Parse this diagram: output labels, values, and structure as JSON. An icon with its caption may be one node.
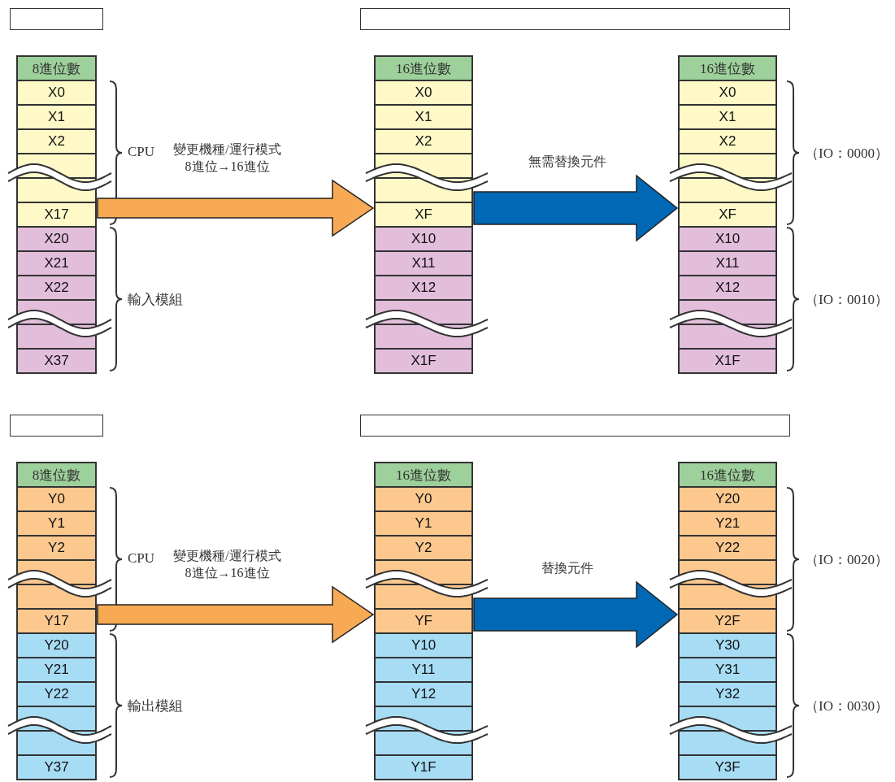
{
  "diagram": {
    "nodes": [
      {
        "text": [],
        "shape": "box"
      },
      {
        "text": [],
        "shape": "box"
      },
      {
        "text": [
          "8進位數",
          "X0",
          "X1",
          "X2",
          "X17",
          "X20",
          "X21",
          "X22",
          "X37"
        ],
        "beside": [
          "CPU",
          "輸入模組"
        ]
      },
      {
        "text": [
          "16進位數",
          "X0",
          "X1",
          "X2",
          "XF",
          "X10",
          "X11",
          "X12",
          "X1F"
        ]
      },
      {
        "text": [
          "16進位數",
          "X0",
          "X1",
          "X2",
          "XF",
          "X10",
          "X11",
          "X12",
          "X1F"
        ],
        "beside": [
          "（IO：0000）",
          "（IO：0010）"
        ]
      },
      {
        "text": [],
        "shape": "box"
      },
      {
        "text": [],
        "shape": "box"
      },
      {
        "text": [
          "8進位數",
          "Y0",
          "Y1",
          "Y2",
          "Y17",
          "Y20",
          "Y21",
          "Y22",
          "Y37"
        ],
        "beside": [
          "CPU",
          "輸出模組"
        ]
      },
      {
        "text": [
          "16進位數",
          "Y0",
          "Y1",
          "Y2",
          "YF",
          "Y10",
          "Y11",
          "Y12",
          "Y1F"
        ]
      },
      {
        "text": [
          "16進位數",
          "Y20",
          "Y21",
          "Y22",
          "Y2F",
          "Y30",
          "Y31",
          "Y32",
          "Y3F"
        ],
        "beside": [
          "（IO：0020）",
          "（IO：0030）"
        ]
      }
    ],
    "edges": [
      {
        "from": 2,
        "to": 3,
        "arrow": "to",
        "label": "變更機種/運行模式 8進位→16進位",
        "color": "#f7a953"
      },
      {
        "from": 3,
        "to": 4,
        "arrow": "to",
        "label": "無需替換元件",
        "color": "#0068b4"
      },
      {
        "from": 7,
        "to": 8,
        "arrow": "to",
        "label": "變更機種/運行模式 8進位→16進位",
        "color": "#f7a953"
      },
      {
        "from": 8,
        "to": 9,
        "arrow": "to",
        "label": "替換元件",
        "color": "#0068b4"
      }
    ]
  }
}
